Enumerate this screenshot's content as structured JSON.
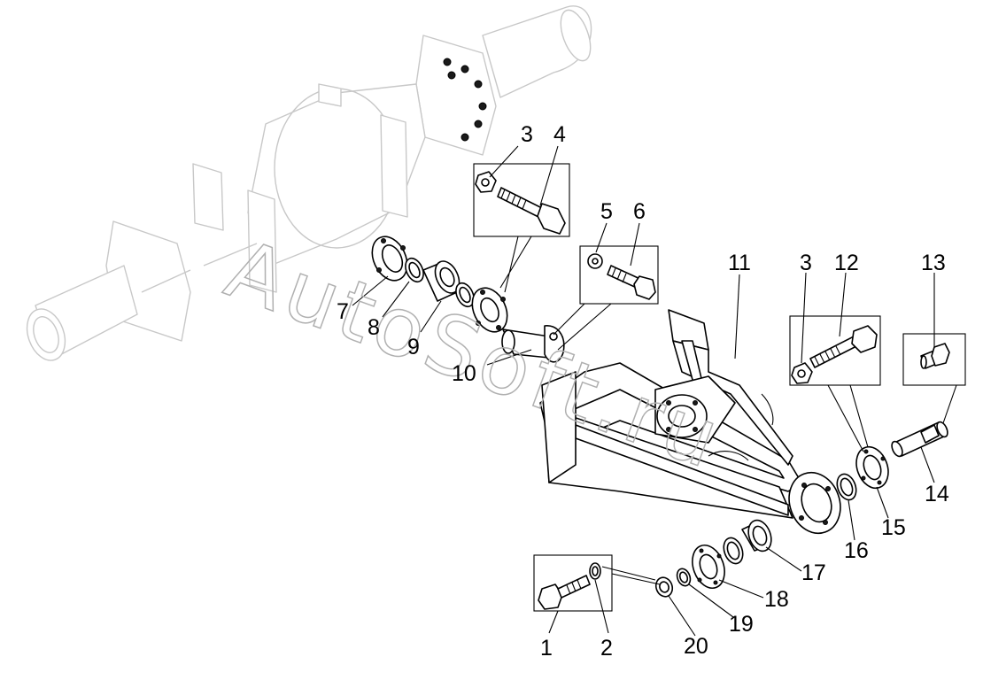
{
  "watermark": "AutoSoft.ru",
  "callouts": [
    {
      "id": "c1",
      "text": "1"
    },
    {
      "id": "c2",
      "text": "2"
    },
    {
      "id": "c3a",
      "text": "3"
    },
    {
      "id": "c4",
      "text": "4"
    },
    {
      "id": "c5",
      "text": "5"
    },
    {
      "id": "c6",
      "text": "6"
    },
    {
      "id": "c7",
      "text": "7"
    },
    {
      "id": "c8",
      "text": "8"
    },
    {
      "id": "c9",
      "text": "9"
    },
    {
      "id": "c10",
      "text": "10"
    },
    {
      "id": "c11",
      "text": "11"
    },
    {
      "id": "c3b",
      "text": "3"
    },
    {
      "id": "c12",
      "text": "12"
    },
    {
      "id": "c13",
      "text": "13"
    },
    {
      "id": "c14",
      "text": "14"
    },
    {
      "id": "c15",
      "text": "15"
    },
    {
      "id": "c16",
      "text": "16"
    },
    {
      "id": "c17",
      "text": "17"
    },
    {
      "id": "c18",
      "text": "18"
    },
    {
      "id": "c19",
      "text": "19"
    },
    {
      "id": "c20",
      "text": "20"
    }
  ]
}
